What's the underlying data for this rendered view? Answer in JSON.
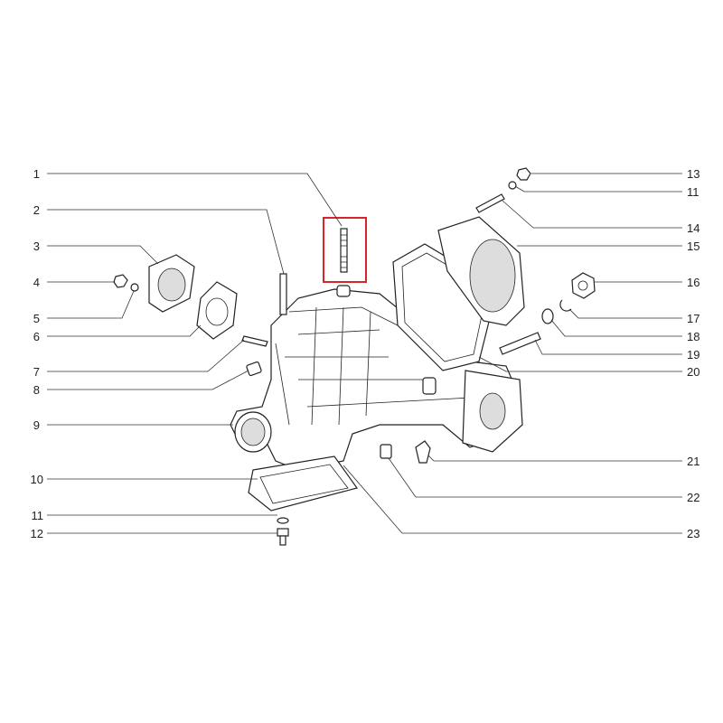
{
  "diagram": {
    "highlight_color": "#d4262c",
    "highlighted_part": "1",
    "left_labels": [
      "1",
      "2",
      "3",
      "4",
      "5",
      "6",
      "7",
      "8",
      "9",
      "10",
      "11",
      "12"
    ],
    "right_labels": [
      "13",
      "11",
      "14",
      "15",
      "16",
      "17",
      "18",
      "19",
      "20",
      "21",
      "22",
      "23"
    ]
  }
}
